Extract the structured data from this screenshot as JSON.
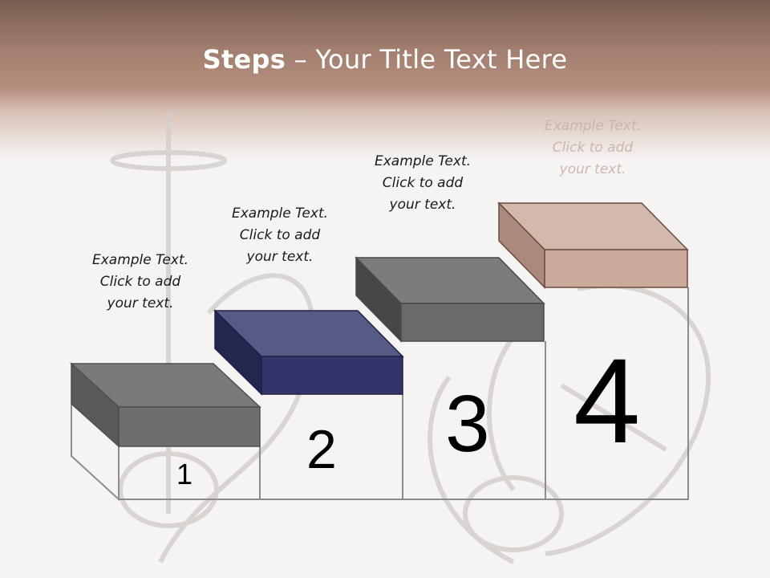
{
  "slide": {
    "title_bold": "Steps",
    "title_rest": " – Your Title Text Here"
  },
  "steps": [
    {
      "number": "1",
      "caption_line1": "Example Text.",
      "caption_line2": "Click  to add",
      "caption_line3": "your text.",
      "top_color": "#7a7a7a",
      "front_color": "#6e6e6e",
      "side_color": "#5a5a5a"
    },
    {
      "number": "2",
      "caption_line1": "Example Text.",
      "caption_line2": "Click  to add",
      "caption_line3": "your text.",
      "top_color": "#575a86",
      "front_color": "#33346a",
      "side_color": "#24264f"
    },
    {
      "number": "3",
      "caption_line1": "Example Text.",
      "caption_line2": "Click  to add",
      "caption_line3": "your text.",
      "top_color": "#7c7c7c",
      "front_color": "#6a6a6a",
      "side_color": "#474747"
    },
    {
      "number": "4",
      "caption_line1": "Example Text.",
      "caption_line2": "Click  to add",
      "caption_line3": "your text.",
      "top_color": "#d3b9ad",
      "front_color": "#c9aa9b",
      "side_color": "#a98a7c"
    }
  ]
}
